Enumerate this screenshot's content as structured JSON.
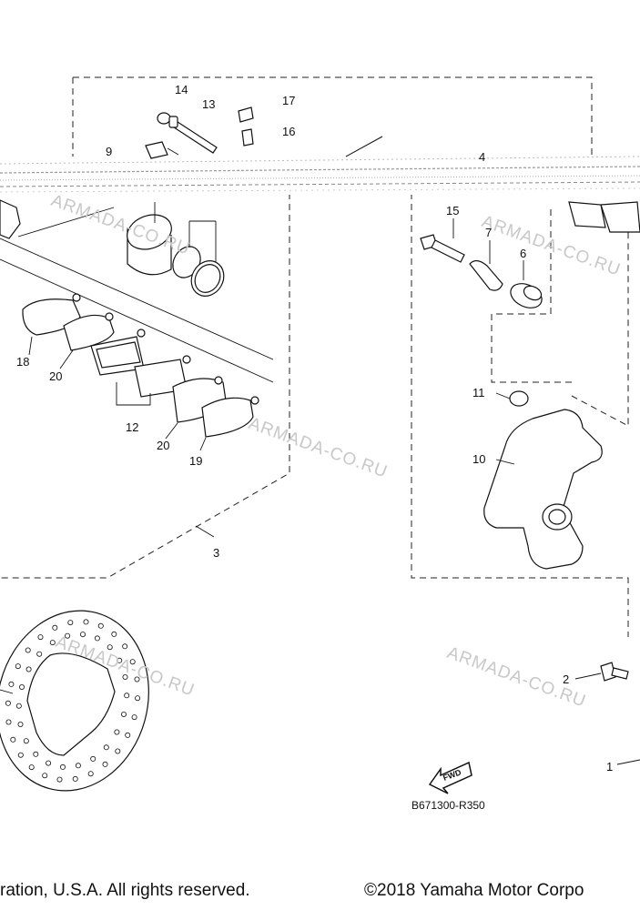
{
  "watermark": "ARMADA-CO.RU",
  "diagram_code": "B671300-R350",
  "fwd_label": "FWD",
  "copyright_left": "ration, U.S.A. All rights reserved.",
  "copyright_right": "©2018 Yamaha Motor Corpo",
  "callouts": {
    "c1": "1",
    "c2": "2",
    "c3": "3",
    "c4": "4",
    "c6": "6",
    "c7": "7",
    "c9": "9",
    "c10": "10",
    "c11": "11",
    "c12": "12",
    "c13": "13",
    "c14": "14",
    "c15": "15",
    "c16": "16",
    "c17": "17",
    "c18": "18",
    "c19": "19",
    "c20a": "20",
    "c20b": "20"
  }
}
